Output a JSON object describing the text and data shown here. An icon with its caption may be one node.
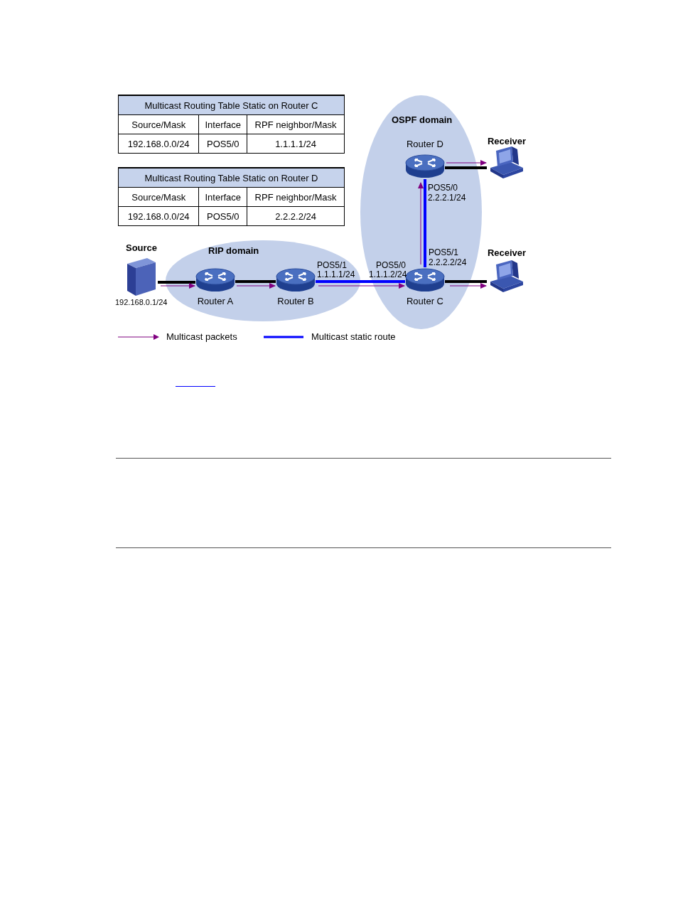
{
  "diagram": {
    "nodes": [
      {
        "text": [
          "RIP domain"
        ]
      },
      {
        "text": [
          "OSPF domain"
        ]
      },
      {
        "text": [
          "Source"
        ],
        "beside": [
          "192.168.0.1/24"
        ]
      },
      {
        "text": [
          "Router A"
        ],
        "in": 0
      },
      {
        "text": [
          "Router B"
        ],
        "in": 0
      },
      {
        "text": [
          "Router D"
        ],
        "in": 1
      },
      {
        "text": [
          "Router C"
        ],
        "in": 1
      },
      {
        "text": [
          "Receiver"
        ]
      },
      {
        "text": [
          "Receiver"
        ]
      }
    ],
    "edges": [
      {
        "from": 2,
        "to": 3,
        "arrow": "none",
        "style": "thick",
        "color": "#000000"
      },
      {
        "from": 2,
        "to": 3,
        "arrow": "to"
      },
      {
        "from": 3,
        "to": 4,
        "arrow": "none",
        "style": "thick",
        "color": "#000000"
      },
      {
        "from": 3,
        "to": 4,
        "arrow": "to"
      },
      {
        "from": 4,
        "to": 6,
        "arrow": "none",
        "style": "thick",
        "color": "#0000ff"
      },
      {
        "from": 4,
        "to": 6,
        "arrow": "to"
      },
      {
        "from": 6,
        "to": 5,
        "arrow": "none",
        "style": "thick",
        "color": "#0000ff"
      },
      {
        "from": 6,
        "to": 5,
        "arrow": "to"
      },
      {
        "from": 5,
        "to": 7,
        "arrow": "none",
        "style": "thick",
        "color": "#000000"
      },
      {
        "from": 5,
        "to": 7,
        "arrow": "to"
      },
      {
        "from": 6,
        "to": 8,
        "arrow": "none",
        "style": "thick",
        "color": "#000000"
      },
      {
        "from": 6,
        "to": 8,
        "arrow": "to"
      }
    ],
    "labels": [
      "Multicast Routing Table Static on Router C",
      "Source/Mask",
      "Interface",
      "RPF neighbor/Mask",
      "192.168.0.0/24",
      "POS5/0",
      "1.1.1.1/24",
      "Multicast Routing Table Static on Router D",
      "Source/Mask",
      "Interface",
      "RPF neighbor/Mask",
      "192.168.0.0/24",
      "POS5/0",
      "2.2.2.2/24",
      "POS5/1",
      "1.1.1.1/24",
      "POS5/0",
      "1.1.1.2/24",
      "POS5/0",
      "2.2.2.1/24",
      "POS5/1",
      "2.2.2.2/24"
    ],
    "legend": [
      {
        "text": "Multicast packets"
      },
      {
        "text": "Multicast static route"
      }
    ]
  }
}
